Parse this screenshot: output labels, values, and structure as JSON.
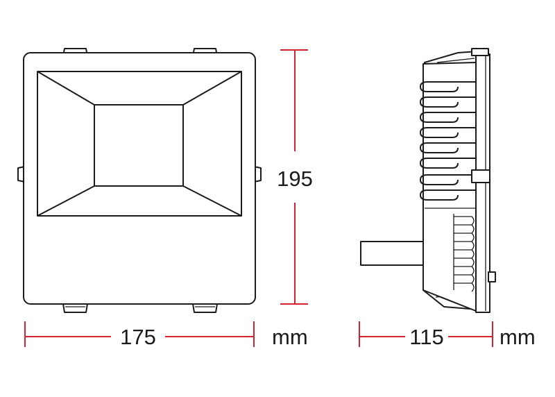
{
  "dimensions": {
    "width_value": "175",
    "height_value": "195",
    "depth_value": "115",
    "unit_front": "mm",
    "unit_side": "mm"
  },
  "colors": {
    "dimension_line": "#d4232f",
    "outline": "#1a1a1a",
    "background": "#ffffff"
  }
}
